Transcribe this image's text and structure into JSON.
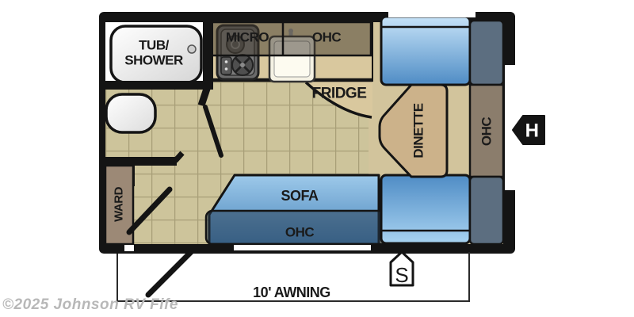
{
  "plan": {
    "title": "travel-trailer-floorplan",
    "rooms": {
      "tub_shower": {
        "line1": "TUB/",
        "line2": "SHOWER"
      },
      "kitchen": {
        "micro": "MICRO",
        "ohc": "OHC",
        "fridge": "FRIDGE"
      },
      "dinette": {
        "label": "DINETTE",
        "ohc": "OHC"
      },
      "living": {
        "sofa": "SOFA",
        "ohc": "OHC"
      },
      "ward": "WARD"
    },
    "markers": {
      "hitch": "H",
      "step": "S"
    },
    "awning": "10' AWNING",
    "colors": {
      "wall": "#141414",
      "floor_tile": "#cdc49b",
      "grout": "#a89f78",
      "counter": "#d9c89e",
      "dinette_floor": "#d2c49c",
      "table": "#ccb28a",
      "ward": "#9c8976",
      "overhead_cabinet": "#6e604a",
      "slate_panel": "#5c6e80",
      "ohc_column": "#8b7d6c",
      "sofa_blue_light": "#9dc9ea",
      "sofa_blue_dark": "#4a85ba",
      "copyright_gray": "#b8b8b8"
    }
  },
  "footer": {
    "copyright": "©2025 Johnson RV Fife"
  }
}
